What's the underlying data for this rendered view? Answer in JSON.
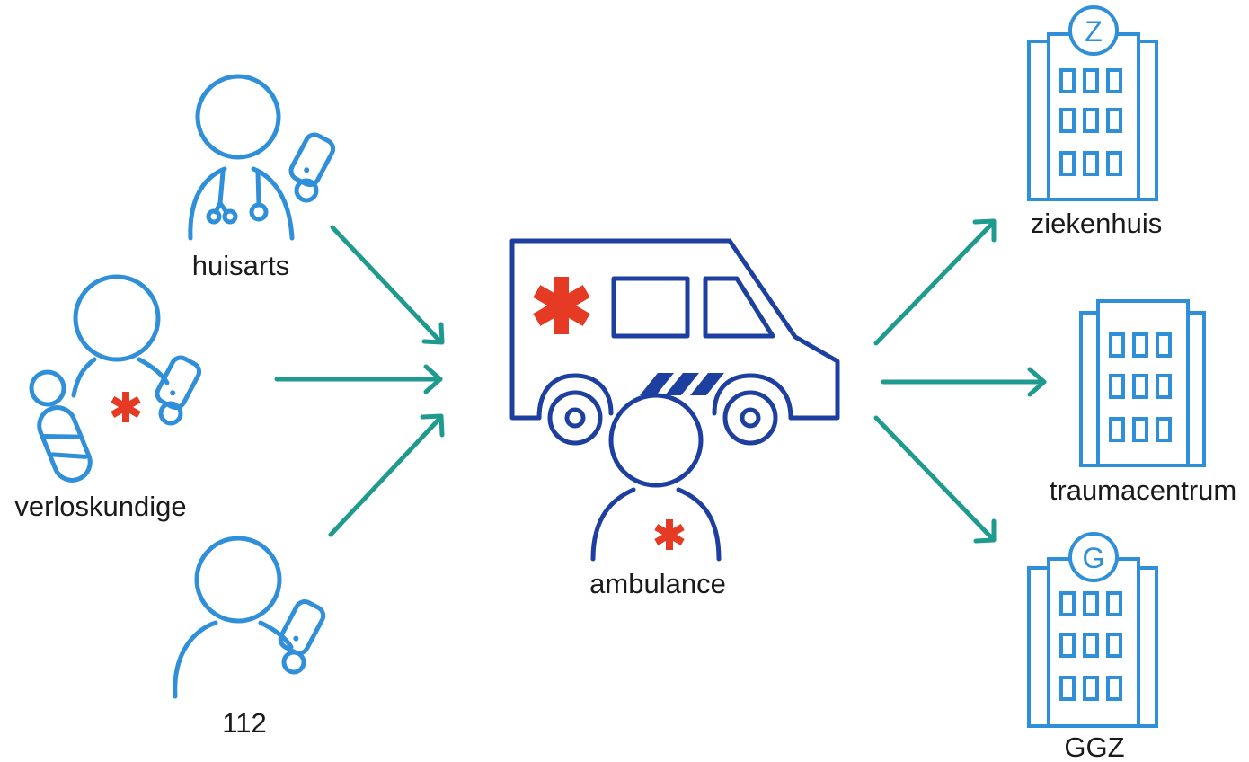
{
  "sources": [
    {
      "id": "huisarts",
      "label": "huisarts",
      "icon": "doctor-with-stethoscope-and-phone-icon"
    },
    {
      "id": "verloskundige",
      "label": "verloskundige",
      "icon": "midwife-with-baby-and-phone-icon"
    },
    {
      "id": "112",
      "label": "112",
      "icon": "caller-with-phone-icon"
    }
  ],
  "center": {
    "id": "ambulance",
    "label": "ambulance",
    "icon": "ambulance-with-paramedic-icon"
  },
  "destinations": [
    {
      "id": "ziekenhuis",
      "label": "ziekenhuis",
      "icon": "hospital-building-icon",
      "badge": "Z"
    },
    {
      "id": "traumacentrum",
      "label": "traumacentrum",
      "icon": "trauma-center-building-icon"
    },
    {
      "id": "ggz",
      "label": "GGZ",
      "icon": "mental-health-building-icon",
      "badge": "G"
    }
  ],
  "colors": {
    "person_outline": "#2f8fd8",
    "ambulance_outline": "#1d3fa0",
    "arrow": "#1f9a8f",
    "star_of_life": "#e53a24",
    "label_text": "#1a1a1a"
  }
}
